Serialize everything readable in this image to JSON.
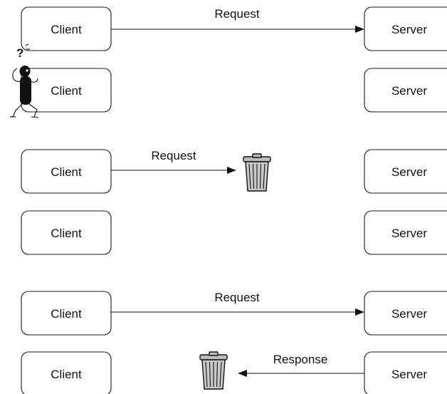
{
  "scenarios": [
    {
      "client_top": "Client",
      "server_top": "Server",
      "client_bottom": "Client",
      "server_bottom": "Server",
      "request_label": "Request",
      "question_mark": "?"
    },
    {
      "client_top": "Client",
      "server_top": "Server",
      "client_bottom": "Client",
      "server_bottom": "Server",
      "request_label": "Request"
    },
    {
      "client_top": "Client",
      "server_top": "Server",
      "client_bottom": "Client",
      "server_bottom": "Server",
      "request_label": "Request",
      "response_label": "Response"
    }
  ],
  "icons": {
    "trash": "trash-can-icon",
    "figure": "confused-person-icon"
  },
  "colors": {
    "stroke": "#111111",
    "can_fill": "#c9c9c9"
  }
}
